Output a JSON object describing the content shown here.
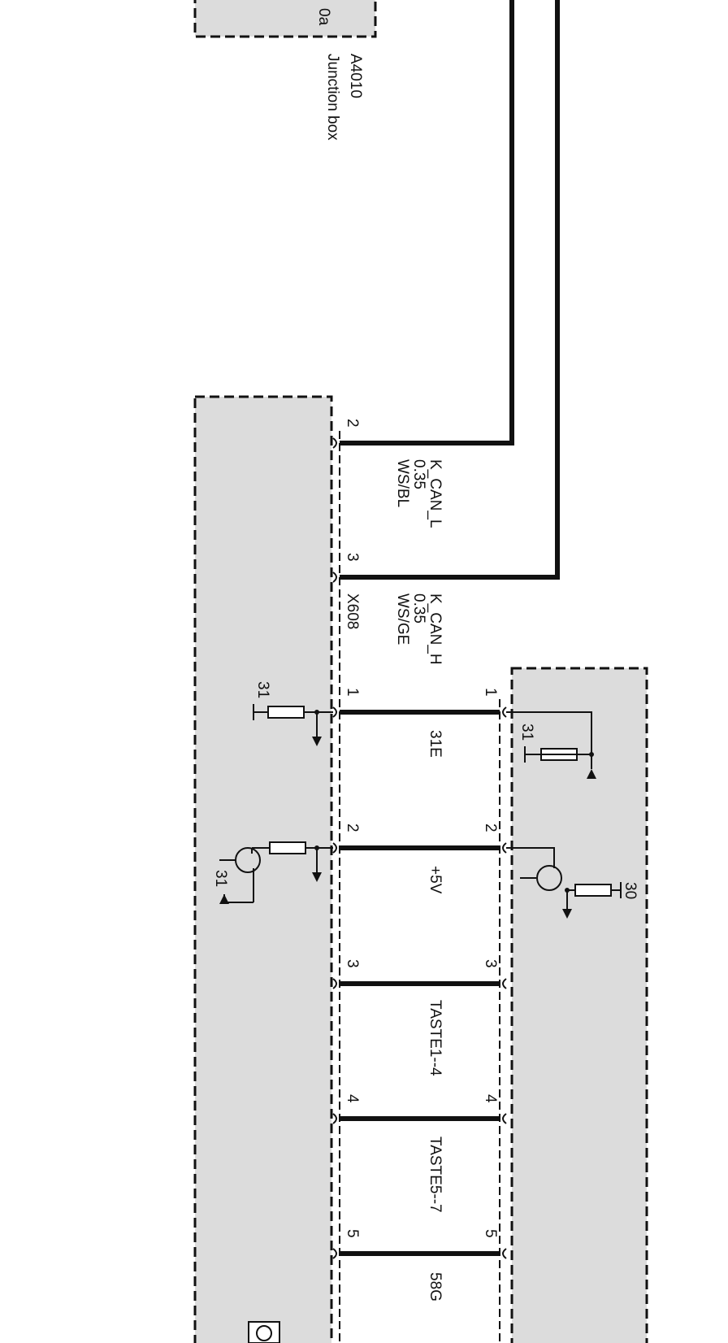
{
  "junction_box": {
    "pin_text": "0a",
    "id": "A4010",
    "name": "Junction box"
  },
  "can_wires": [
    {
      "pin": "2",
      "signal": "K_CAN_L",
      "gauge": "0.35",
      "color": "WS/BL"
    },
    {
      "pin": "3",
      "signal": "K_CAN_H",
      "gauge": "0.35",
      "color": "WS/GE"
    }
  ],
  "connector_label": "X608",
  "ground_labels": {
    "left_31_top": "31",
    "right_31": "31",
    "left_31_transistor": "31",
    "right_30": "30"
  },
  "bus_wires": [
    {
      "left_pin": "1",
      "right_pin": "1",
      "signal": "31E"
    },
    {
      "left_pin": "2",
      "right_pin": "2",
      "signal": "+5V"
    },
    {
      "left_pin": "3",
      "right_pin": "3",
      "signal": "TASTE1--4"
    },
    {
      "left_pin": "4",
      "right_pin": "4",
      "signal": "TASTE5--7"
    },
    {
      "left_pin": "5",
      "right_pin": "5",
      "signal": "58G"
    }
  ]
}
